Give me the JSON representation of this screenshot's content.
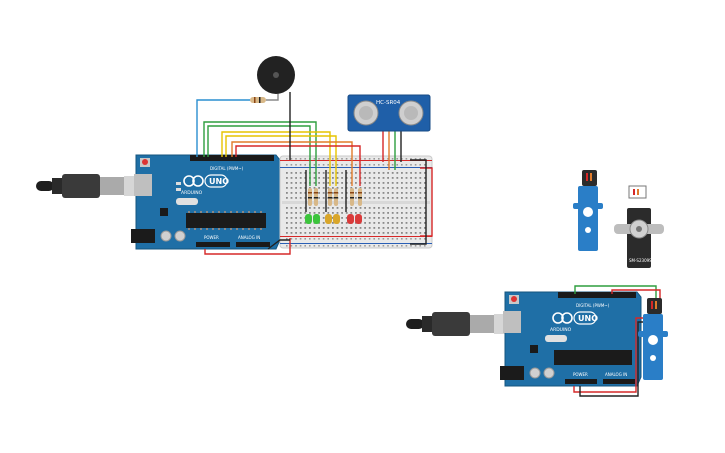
{
  "colors": {
    "background": "#ffffff",
    "board_blue": "#1f6fa6",
    "board_edge": "#15557f",
    "breadboard": "#e9e9e9",
    "wire_red": "#d62828",
    "wire_black": "#222222",
    "wire_green": "#2e9e3e",
    "wire_yellow": "#e6c300",
    "wire_blue": "#2a8fd0",
    "wire_orange": "#e07b2a",
    "led_green": "#3cc43c",
    "led_yellow": "#d9a62a",
    "led_red": "#d93a3a",
    "servo_blue": "#2a7ec7",
    "servo_black": "#2b2b2b"
  },
  "arduino_main": {
    "logo_text": "UNO",
    "brand_text": "ARDUINO",
    "header_digital": "DIGITAL (PWM~)",
    "header_power": "POWER",
    "header_analog": "ANALOG IN"
  },
  "arduino_second": {
    "logo_text": "UNO",
    "brand_text": "ARDUINO",
    "header_digital": "DIGITAL (PWM~)",
    "header_power": "POWER",
    "header_analog": "ANALOG IN"
  },
  "ultrasonic": {
    "label": "HC-SR04"
  },
  "servo_large": {
    "label": "SM-S2309S"
  },
  "icons": [
    "usb-plug-icon",
    "piezo-buzzer-icon",
    "ultrasonic-sensor-icon",
    "servo-motor-icon",
    "led-icon",
    "resistor-icon"
  ]
}
